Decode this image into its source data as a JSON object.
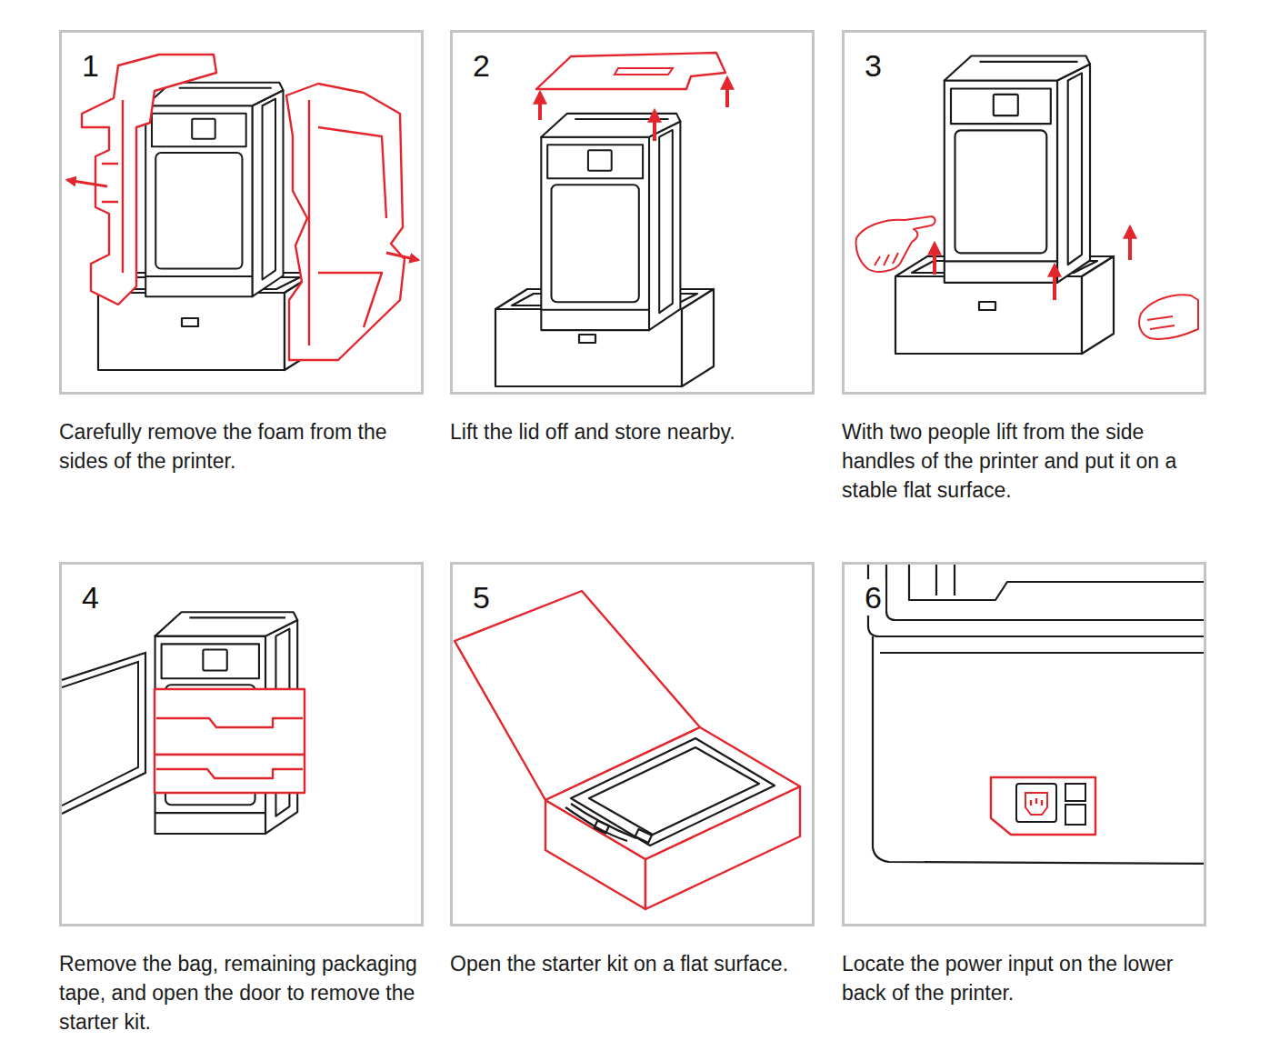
{
  "diagram": {
    "nodes": [
      {
        "text": [
          "1",
          "Carefully remove the foam from the sides of the printer."
        ]
      },
      {
        "text": [
          "2",
          "Lift the lid off and store nearby."
        ]
      },
      {
        "text": [
          "3",
          "With two people lift from the side handles of the printer and put it on a stable flat surface."
        ]
      },
      {
        "text": [
          "4",
          "Remove the bag, remaining packaging tape, and open the door to remove the starter kit."
        ]
      },
      {
        "text": [
          "5",
          "Open the starter kit on a flat surface."
        ]
      },
      {
        "text": [
          "6",
          "Locate the power input on the lower back of the printer."
        ]
      }
    ]
  }
}
